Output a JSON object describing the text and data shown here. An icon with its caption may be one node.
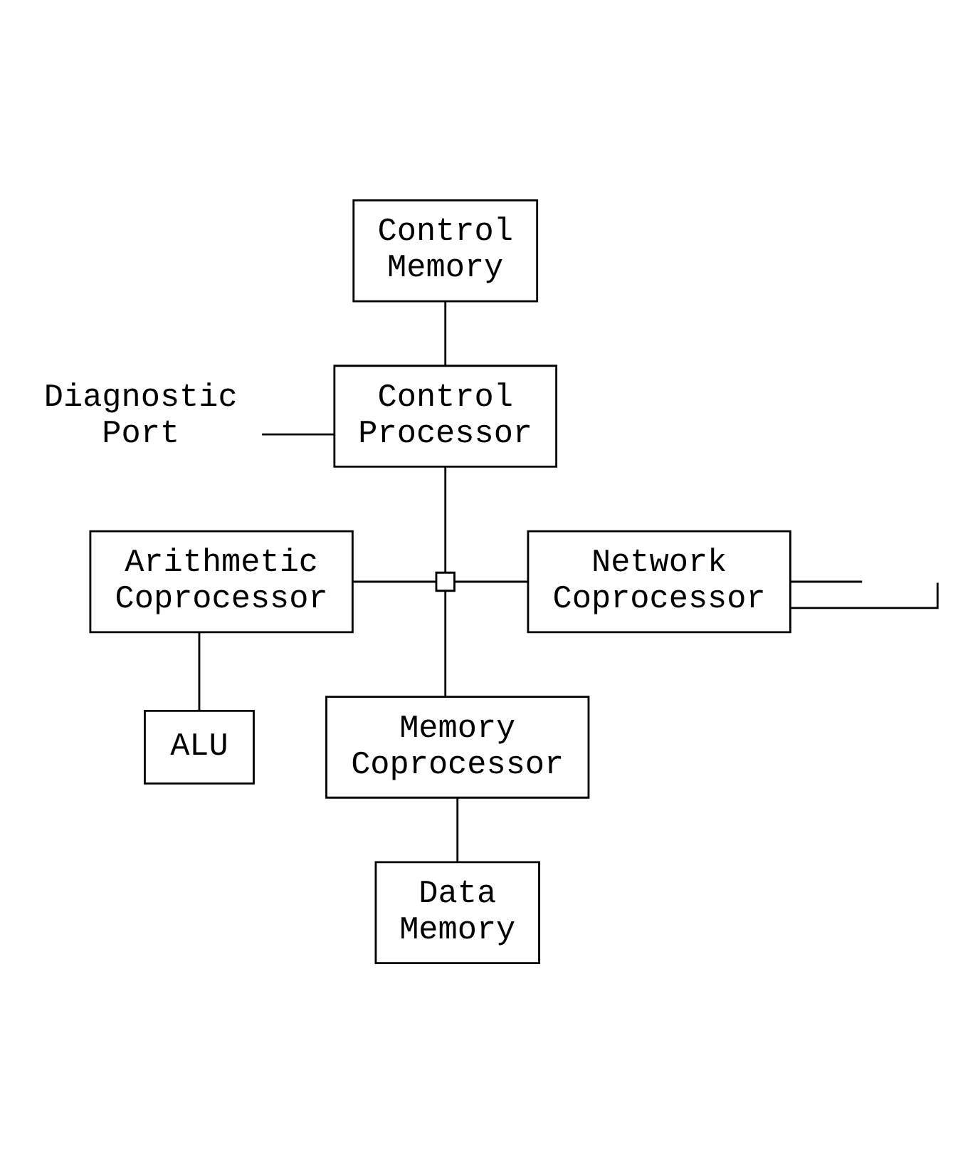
{
  "diagram": {
    "nodes": [
      {
        "text": [
          "Control Memory"
        ]
      },
      {
        "text": [
          "Diagnostic Port"
        ]
      },
      {
        "text": [
          "Control Processor"
        ]
      },
      {
        "text": [
          "Arithmetic Coprocessor"
        ]
      },
      {
        "text": [],
        "shape": "box"
      },
      {
        "text": [
          "Network Coprocessor"
        ]
      },
      {
        "text": [
          "ALU"
        ]
      },
      {
        "text": [
          "Memory Coprocessor"
        ]
      },
      {
        "text": [
          "Data Memory"
        ]
      }
    ],
    "edges": [
      {
        "from": 0,
        "to": 2,
        "arrow": "none"
      },
      {
        "from": 1,
        "to": 2,
        "arrow": "none"
      },
      {
        "from": 2,
        "to": 4,
        "arrow": "none"
      },
      {
        "from": 3,
        "to": 4,
        "arrow": "none"
      },
      {
        "from": 4,
        "to": 5,
        "arrow": "none"
      },
      {
        "from": 3,
        "to": 6,
        "arrow": "none"
      },
      {
        "from": 4,
        "to": 7,
        "arrow": "none"
      },
      {
        "from": 7,
        "to": 8,
        "arrow": "none"
      },
      {
        "from": 5,
        "to": null,
        "arrow": "none"
      },
      {
        "from": 5,
        "to": null,
        "arrow": "none"
      }
    ]
  }
}
